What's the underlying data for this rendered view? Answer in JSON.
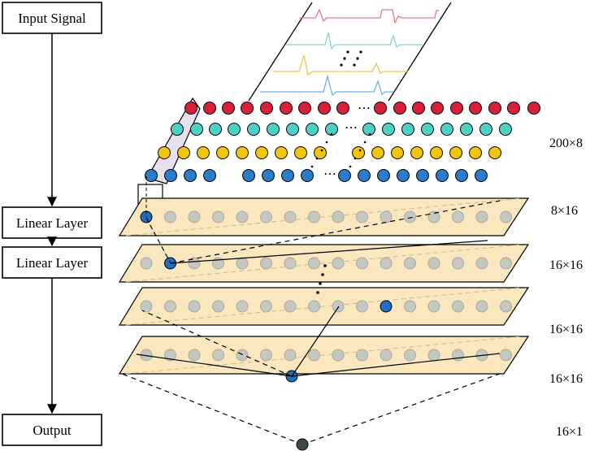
{
  "boxes": {
    "input": "Input Signal",
    "linear1": "Linear Layer",
    "linear2": "Linear Layer",
    "output": "Output"
  },
  "dimensions": {
    "input_grid": "200×8",
    "layer1": "8×16",
    "layer2": "16×16",
    "layer3": "16×16",
    "layer4": "16×16",
    "output": "16×1"
  },
  "ellipsis": "⋯",
  "colors": {
    "signal_red": "#d8203a",
    "signal_cyan": "#4fd0c4",
    "signal_yellow": "#f2c40f",
    "signal_blue": "#2b7bc8",
    "waveform_red": "#e57788",
    "waveform_cyan": "#79d6d6",
    "waveform_yellow": "#e9c84a",
    "waveform_blue": "#6cb0ea",
    "layer_fill": "#fbe7bd",
    "neuron_gray": "#c4c8c0",
    "active_neuron": "#1f6fbf",
    "output_neuron": "#3f4a48"
  }
}
